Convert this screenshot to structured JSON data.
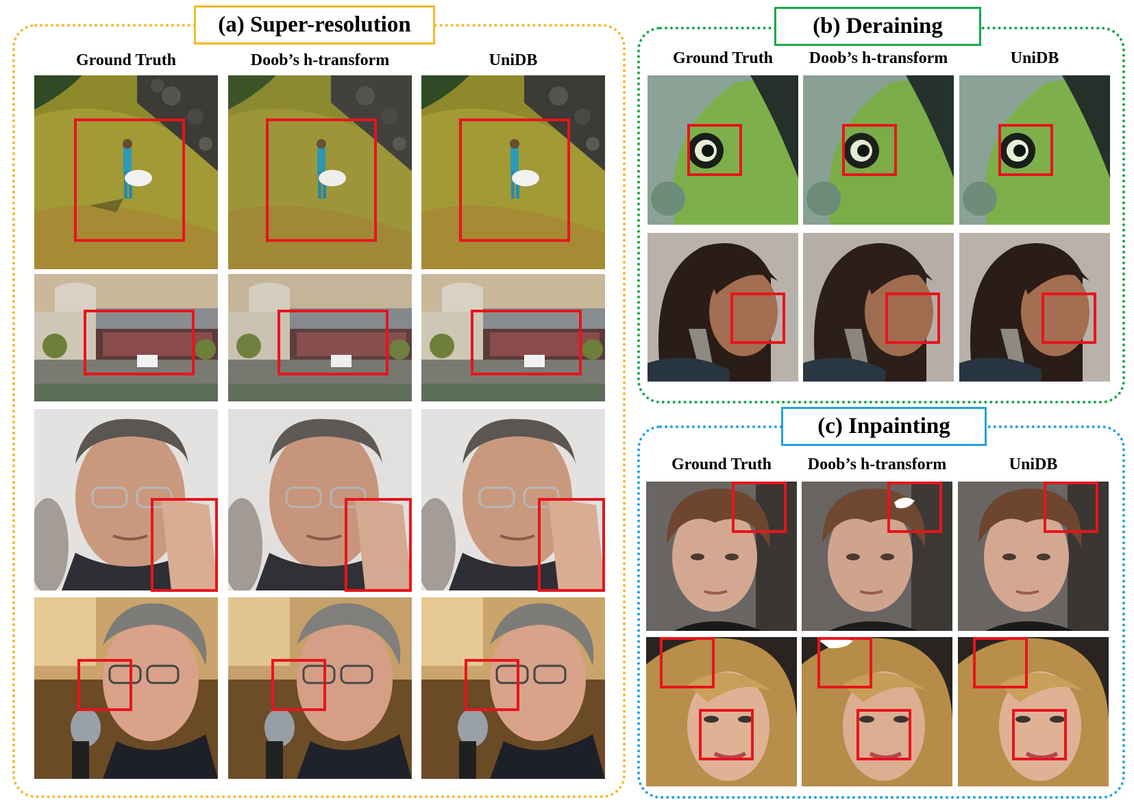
{
  "panels": [
    {
      "title": "(a) Super-resolution",
      "border_color": "#f5b82a",
      "columns": [
        "Ground Truth",
        "Doob’s h-transform",
        "UniDB"
      ],
      "rows": [
        {
          "scene": "surfer-on-grassy-hill"
        },
        {
          "scene": "street-market-with-mosque"
        },
        {
          "scene": "man-with-glasses-hands-raised"
        },
        {
          "scene": "man-with-microphone"
        }
      ]
    },
    {
      "title": "(b) Deraining",
      "border_color": "#19a64a",
      "columns": [
        "Ground Truth",
        "Doob’s h-transform",
        "UniDB"
      ],
      "rows": [
        {
          "scene": "green-fish-eye"
        },
        {
          "scene": "girl-with-braids"
        }
      ]
    },
    {
      "title": "(c) Inpainting",
      "border_color": "#1fa3e0",
      "columns": [
        "Ground Truth",
        "Doob’s h-transform",
        "UniDB"
      ],
      "rows": [
        {
          "scene": "young-man-portrait"
        },
        {
          "scene": "blonde-woman-portrait"
        }
      ]
    }
  ],
  "colors": {
    "zoom_box": "#e8141c"
  }
}
